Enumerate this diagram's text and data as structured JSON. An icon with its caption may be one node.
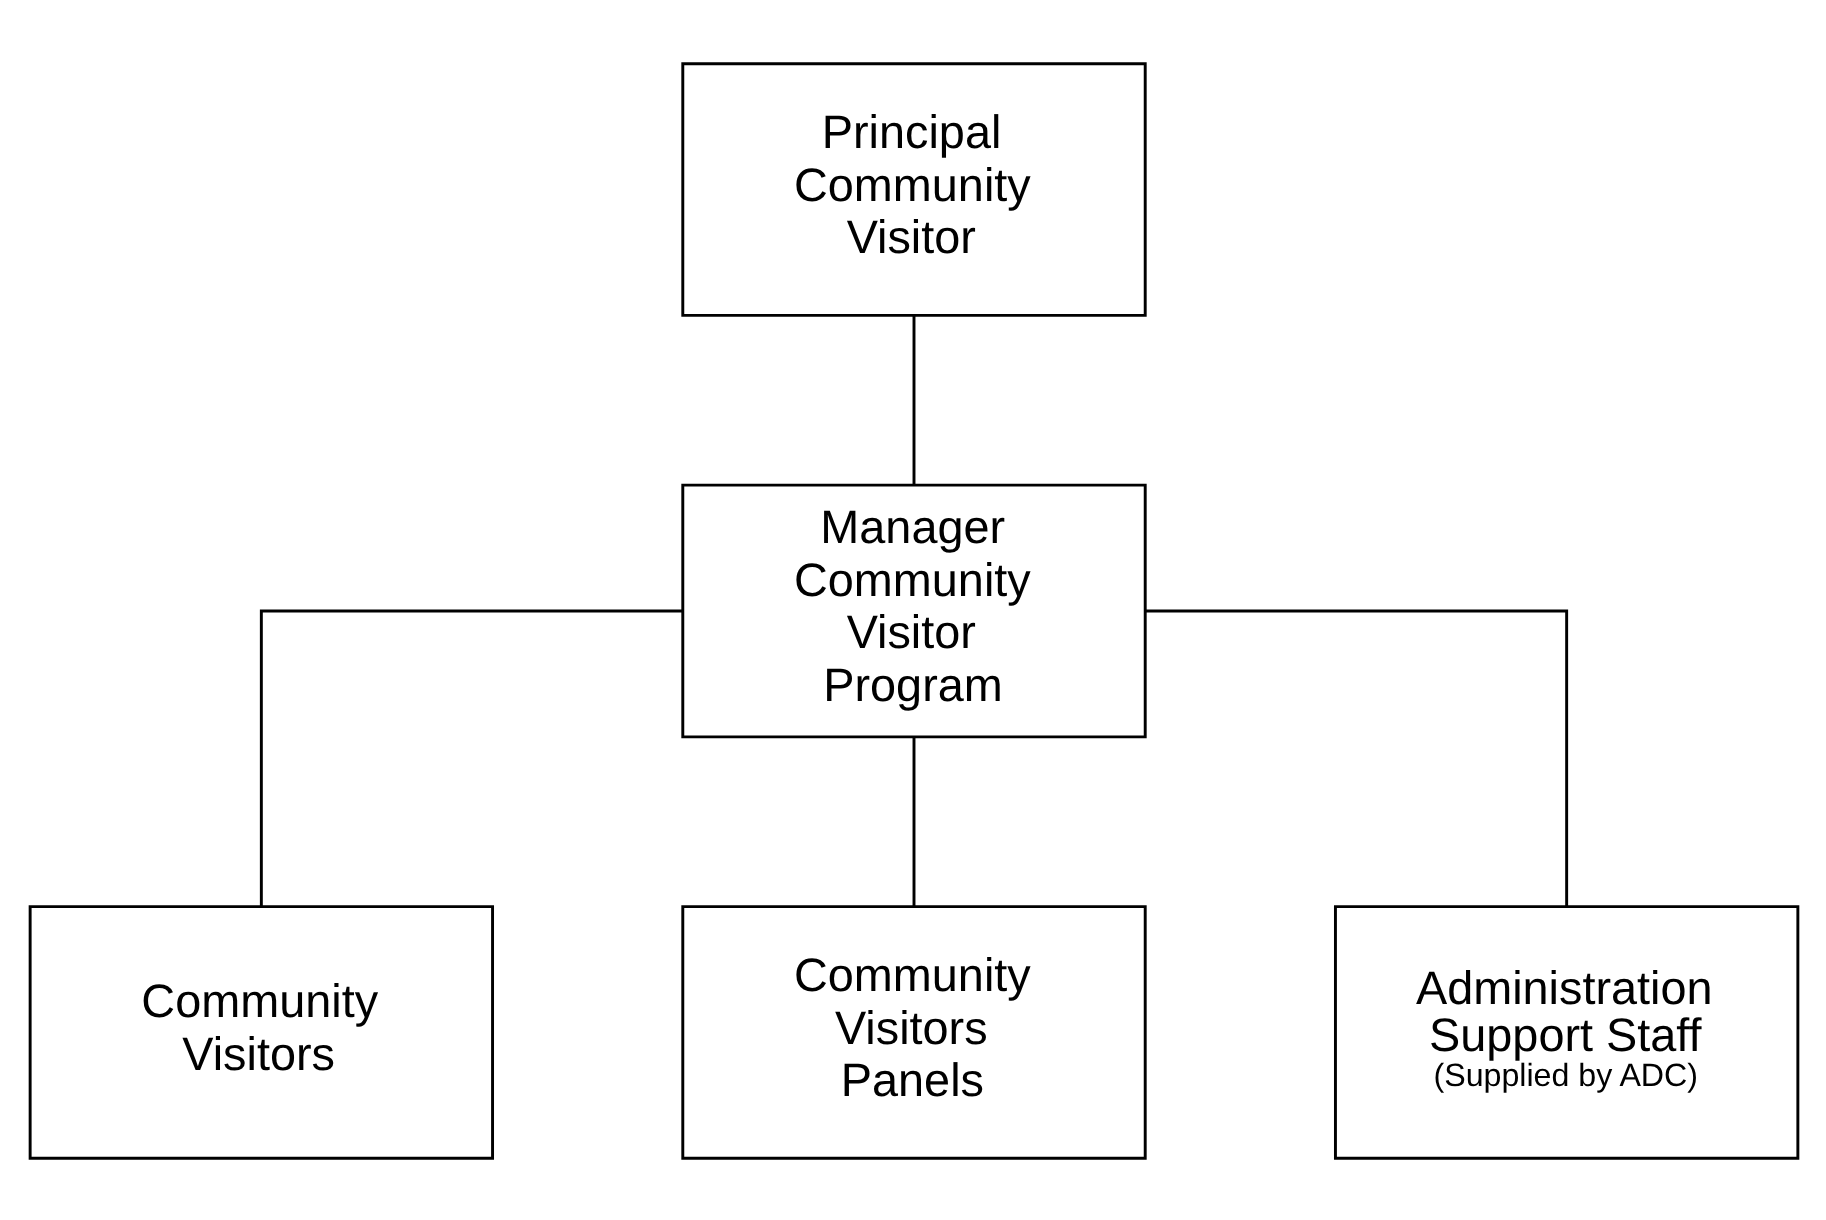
{
  "diagram": {
    "nodes": [
      {
        "text": [
          "Principal Community Visitor"
        ]
      },
      {
        "text": [
          "Manager Community Visitor Program"
        ]
      },
      {
        "text": [
          "Community Visitors"
        ]
      },
      {
        "text": [
          "Community Visitors Panels"
        ]
      },
      {
        "text": [
          "Administration Support Staff",
          "(Supplied by ADC)"
        ]
      }
    ],
    "edges": [
      {
        "from": 0,
        "to": 1,
        "arrow": "none"
      },
      {
        "from": 1,
        "to": 2,
        "arrow": "none"
      },
      {
        "from": 1,
        "to": 3,
        "arrow": "none"
      },
      {
        "from": 1,
        "to": 4,
        "arrow": "none"
      }
    ]
  }
}
